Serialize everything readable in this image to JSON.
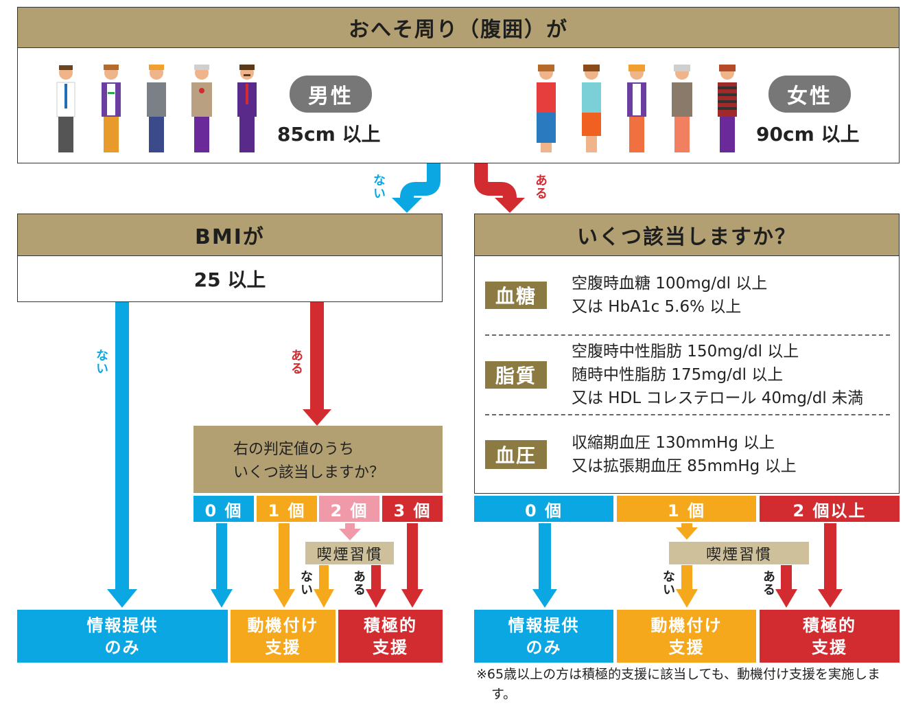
{
  "top": {
    "title": "おへそ周り（腹囲）が",
    "male_label": "男性",
    "male_threshold": "85cm 以上",
    "female_label": "女性",
    "female_threshold": "90cm 以上"
  },
  "branch": {
    "no": "ない",
    "yes": "ある"
  },
  "left": {
    "title": "BMIが",
    "bmi_value": "25 以上",
    "question": "右の判定値のうち\nいくつ該当しますか？",
    "counts": [
      "0 個",
      "1 個",
      "2 個",
      "3 個"
    ],
    "smoking": "喫煙習慣",
    "results": [
      "情報提供\nのみ",
      "動機付け\n支援",
      "積極的\n支援"
    ]
  },
  "right": {
    "title": "いくつ該当しますか？",
    "criteria": [
      {
        "category": "血糖",
        "text": "空腹時血糖 100mg/dl 以上\n又は HbA1c 5.6% 以上"
      },
      {
        "category": "脂質",
        "text": "空腹時中性脂肪 150mg/dl 以上\n随時中性脂肪 175mg/dl 以上\n又は HDL コレステロール 40mg/dl 未満"
      },
      {
        "category": "血圧",
        "text": "収縮期血圧 130mmHg 以上\n又は拡張期血圧 85mmHg 以上"
      }
    ],
    "counts": [
      "0 個",
      "1 個",
      "2 個以上"
    ],
    "smoking": "喫煙習慣",
    "results": [
      "情報提供\nのみ",
      "動機付け\n支援",
      "積極的\n支援"
    ]
  },
  "footnote": "※65歳以上の方は積極的支援に該当しても、動機付け支援を実施します。",
  "colors": {
    "gold": "#b2a072",
    "blue": "#0aa7e2",
    "orange": "#f5a81c",
    "pink": "#f09aa9",
    "red": "#d22b30",
    "category": "#8b7a42"
  }
}
